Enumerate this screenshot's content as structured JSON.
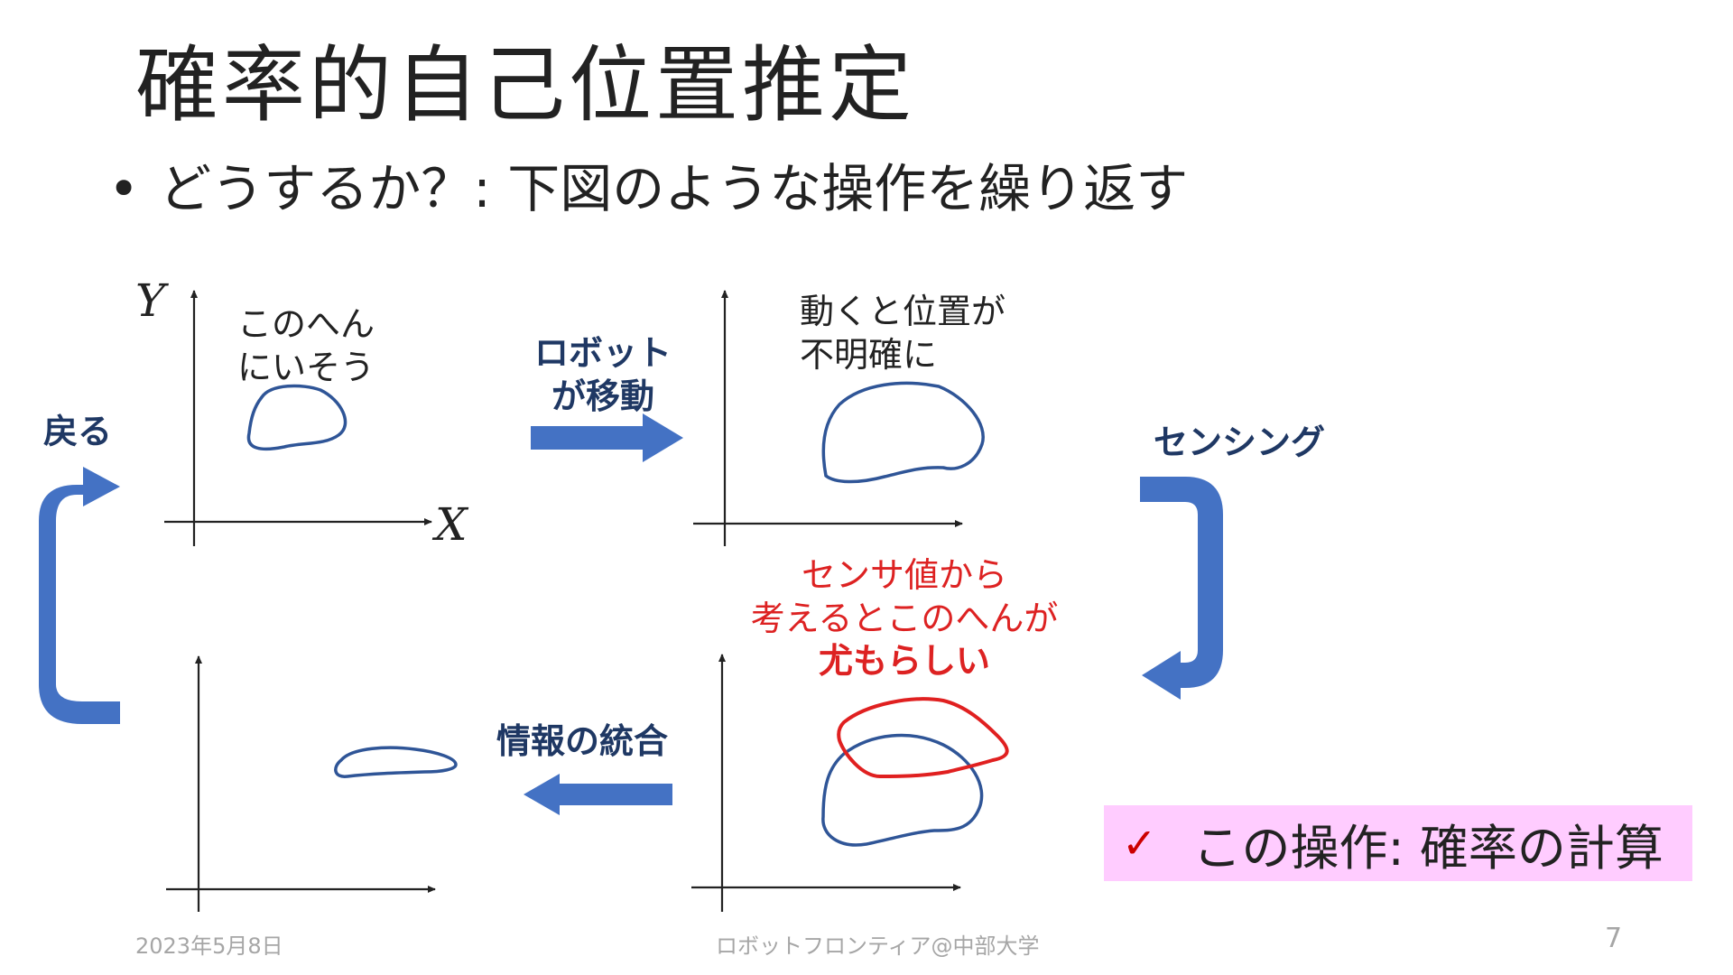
{
  "slide": {
    "title": "確率的自己位置推定",
    "bullet": "•",
    "subtitle": "どうするか？: 下図のような操作を繰り返す"
  },
  "diagram": {
    "panels": [
      {
        "id": "initial",
        "note": [
          "このへん",
          "にいそう"
        ]
      },
      {
        "id": "after-move",
        "note": [
          "動くと位置が",
          "不明確に"
        ]
      },
      {
        "id": "sensing",
        "note": [
          "センサ値から",
          "考えるとこのへんが",
          "尤もらしい"
        ]
      },
      {
        "id": "integrated",
        "note": []
      }
    ],
    "axis_labels": {
      "x": "X",
      "y": "Y"
    },
    "steps": {
      "move": [
        "ロボット",
        "が移動"
      ],
      "sense": "センシング",
      "integrate": "情報の統合",
      "back": "戻る"
    },
    "colors": {
      "arrow": "#4472c4",
      "prior": "#2f5597",
      "sensor": "#e02020",
      "step_text": "#1f3864",
      "highlight": "#ffccff"
    }
  },
  "summary": {
    "check": "✓",
    "text": "この操作: 確率の計算"
  },
  "footer": {
    "date": "2023年5月8日",
    "venue": "ロボットフロンティア@中部大学",
    "page": "7"
  }
}
